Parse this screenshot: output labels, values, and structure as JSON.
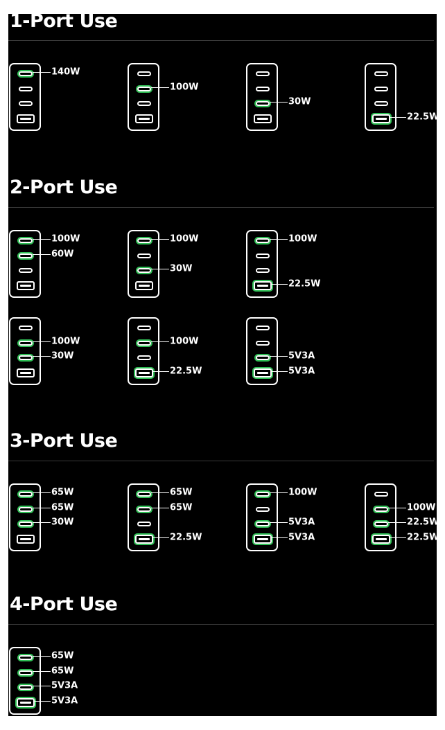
{
  "sections": [
    {
      "title": "1-Port Use",
      "configs": [
        {
          "active": [
            1,
            0,
            0,
            0
          ],
          "labels": [
            {
              "port": 0,
              "text": "140W"
            }
          ]
        },
        {
          "active": [
            0,
            1,
            0,
            0
          ],
          "labels": [
            {
              "port": 1,
              "text": "100W"
            }
          ]
        },
        {
          "active": [
            0,
            0,
            1,
            0
          ],
          "labels": [
            {
              "port": 2,
              "text": "30W"
            }
          ]
        },
        {
          "active": [
            0,
            0,
            0,
            1
          ],
          "labels": [
            {
              "port": 3,
              "text": "22.5W"
            }
          ]
        }
      ]
    },
    {
      "title": "2-Port Use",
      "configs": [
        {
          "active": [
            1,
            1,
            0,
            0
          ],
          "labels": [
            {
              "port": 0,
              "text": "100W"
            },
            {
              "port": 1,
              "text": "60W"
            }
          ]
        },
        {
          "active": [
            1,
            0,
            1,
            0
          ],
          "labels": [
            {
              "port": 0,
              "text": "100W"
            },
            {
              "port": 2,
              "text": "30W"
            }
          ]
        },
        {
          "active": [
            1,
            0,
            0,
            1
          ],
          "labels": [
            {
              "port": 0,
              "text": "100W"
            },
            {
              "port": 3,
              "text": "22.5W"
            }
          ]
        },
        {
          "active": [
            0,
            1,
            1,
            0
          ],
          "labels": [
            {
              "port": 1,
              "text": "100W"
            },
            {
              "port": 2,
              "text": "30W"
            }
          ]
        },
        {
          "active": [
            0,
            1,
            0,
            1
          ],
          "labels": [
            {
              "port": 1,
              "text": "100W"
            },
            {
              "port": 3,
              "text": "22.5W"
            }
          ]
        },
        {
          "active": [
            0,
            0,
            1,
            1
          ],
          "labels": [
            {
              "port": 2,
              "text": "5V3A"
            },
            {
              "port": 3,
              "text": "5V3A"
            }
          ]
        }
      ]
    },
    {
      "title": "3-Port Use",
      "configs": [
        {
          "active": [
            1,
            1,
            1,
            0
          ],
          "labels": [
            {
              "port": 0,
              "text": "65W"
            },
            {
              "port": 1,
              "text": "65W"
            },
            {
              "port": 2,
              "text": "30W"
            }
          ]
        },
        {
          "active": [
            1,
            1,
            0,
            1
          ],
          "labels": [
            {
              "port": 0,
              "text": "65W"
            },
            {
              "port": 1,
              "text": "65W"
            },
            {
              "port": 3,
              "text": "22.5W"
            }
          ]
        },
        {
          "active": [
            1,
            0,
            1,
            1
          ],
          "labels": [
            {
              "port": 0,
              "text": "100W"
            },
            {
              "port": 2,
              "text": "5V3A"
            },
            {
              "port": 3,
              "text": "5V3A"
            }
          ]
        },
        {
          "active": [
            0,
            1,
            1,
            1
          ],
          "labels": [
            {
              "port": 1,
              "text": "100W"
            },
            {
              "port": 2,
              "text": "22.5W"
            },
            {
              "port": 3,
              "text": "22.5W"
            }
          ]
        }
      ]
    },
    {
      "title": "4-Port Use",
      "configs": [
        {
          "active": [
            1,
            1,
            1,
            1
          ],
          "labels": [
            {
              "port": 0,
              "text": "65W"
            },
            {
              "port": 1,
              "text": "65W"
            },
            {
              "port": 2,
              "text": "5V3A"
            },
            {
              "port": 3,
              "text": "5V3A"
            }
          ]
        }
      ]
    }
  ],
  "colors": {
    "background": "#000000",
    "active_glow": "#2fbf55",
    "outline": "#ffffff"
  },
  "port_types": [
    "usb-c",
    "usb-c",
    "usb-c",
    "usb-a"
  ]
}
